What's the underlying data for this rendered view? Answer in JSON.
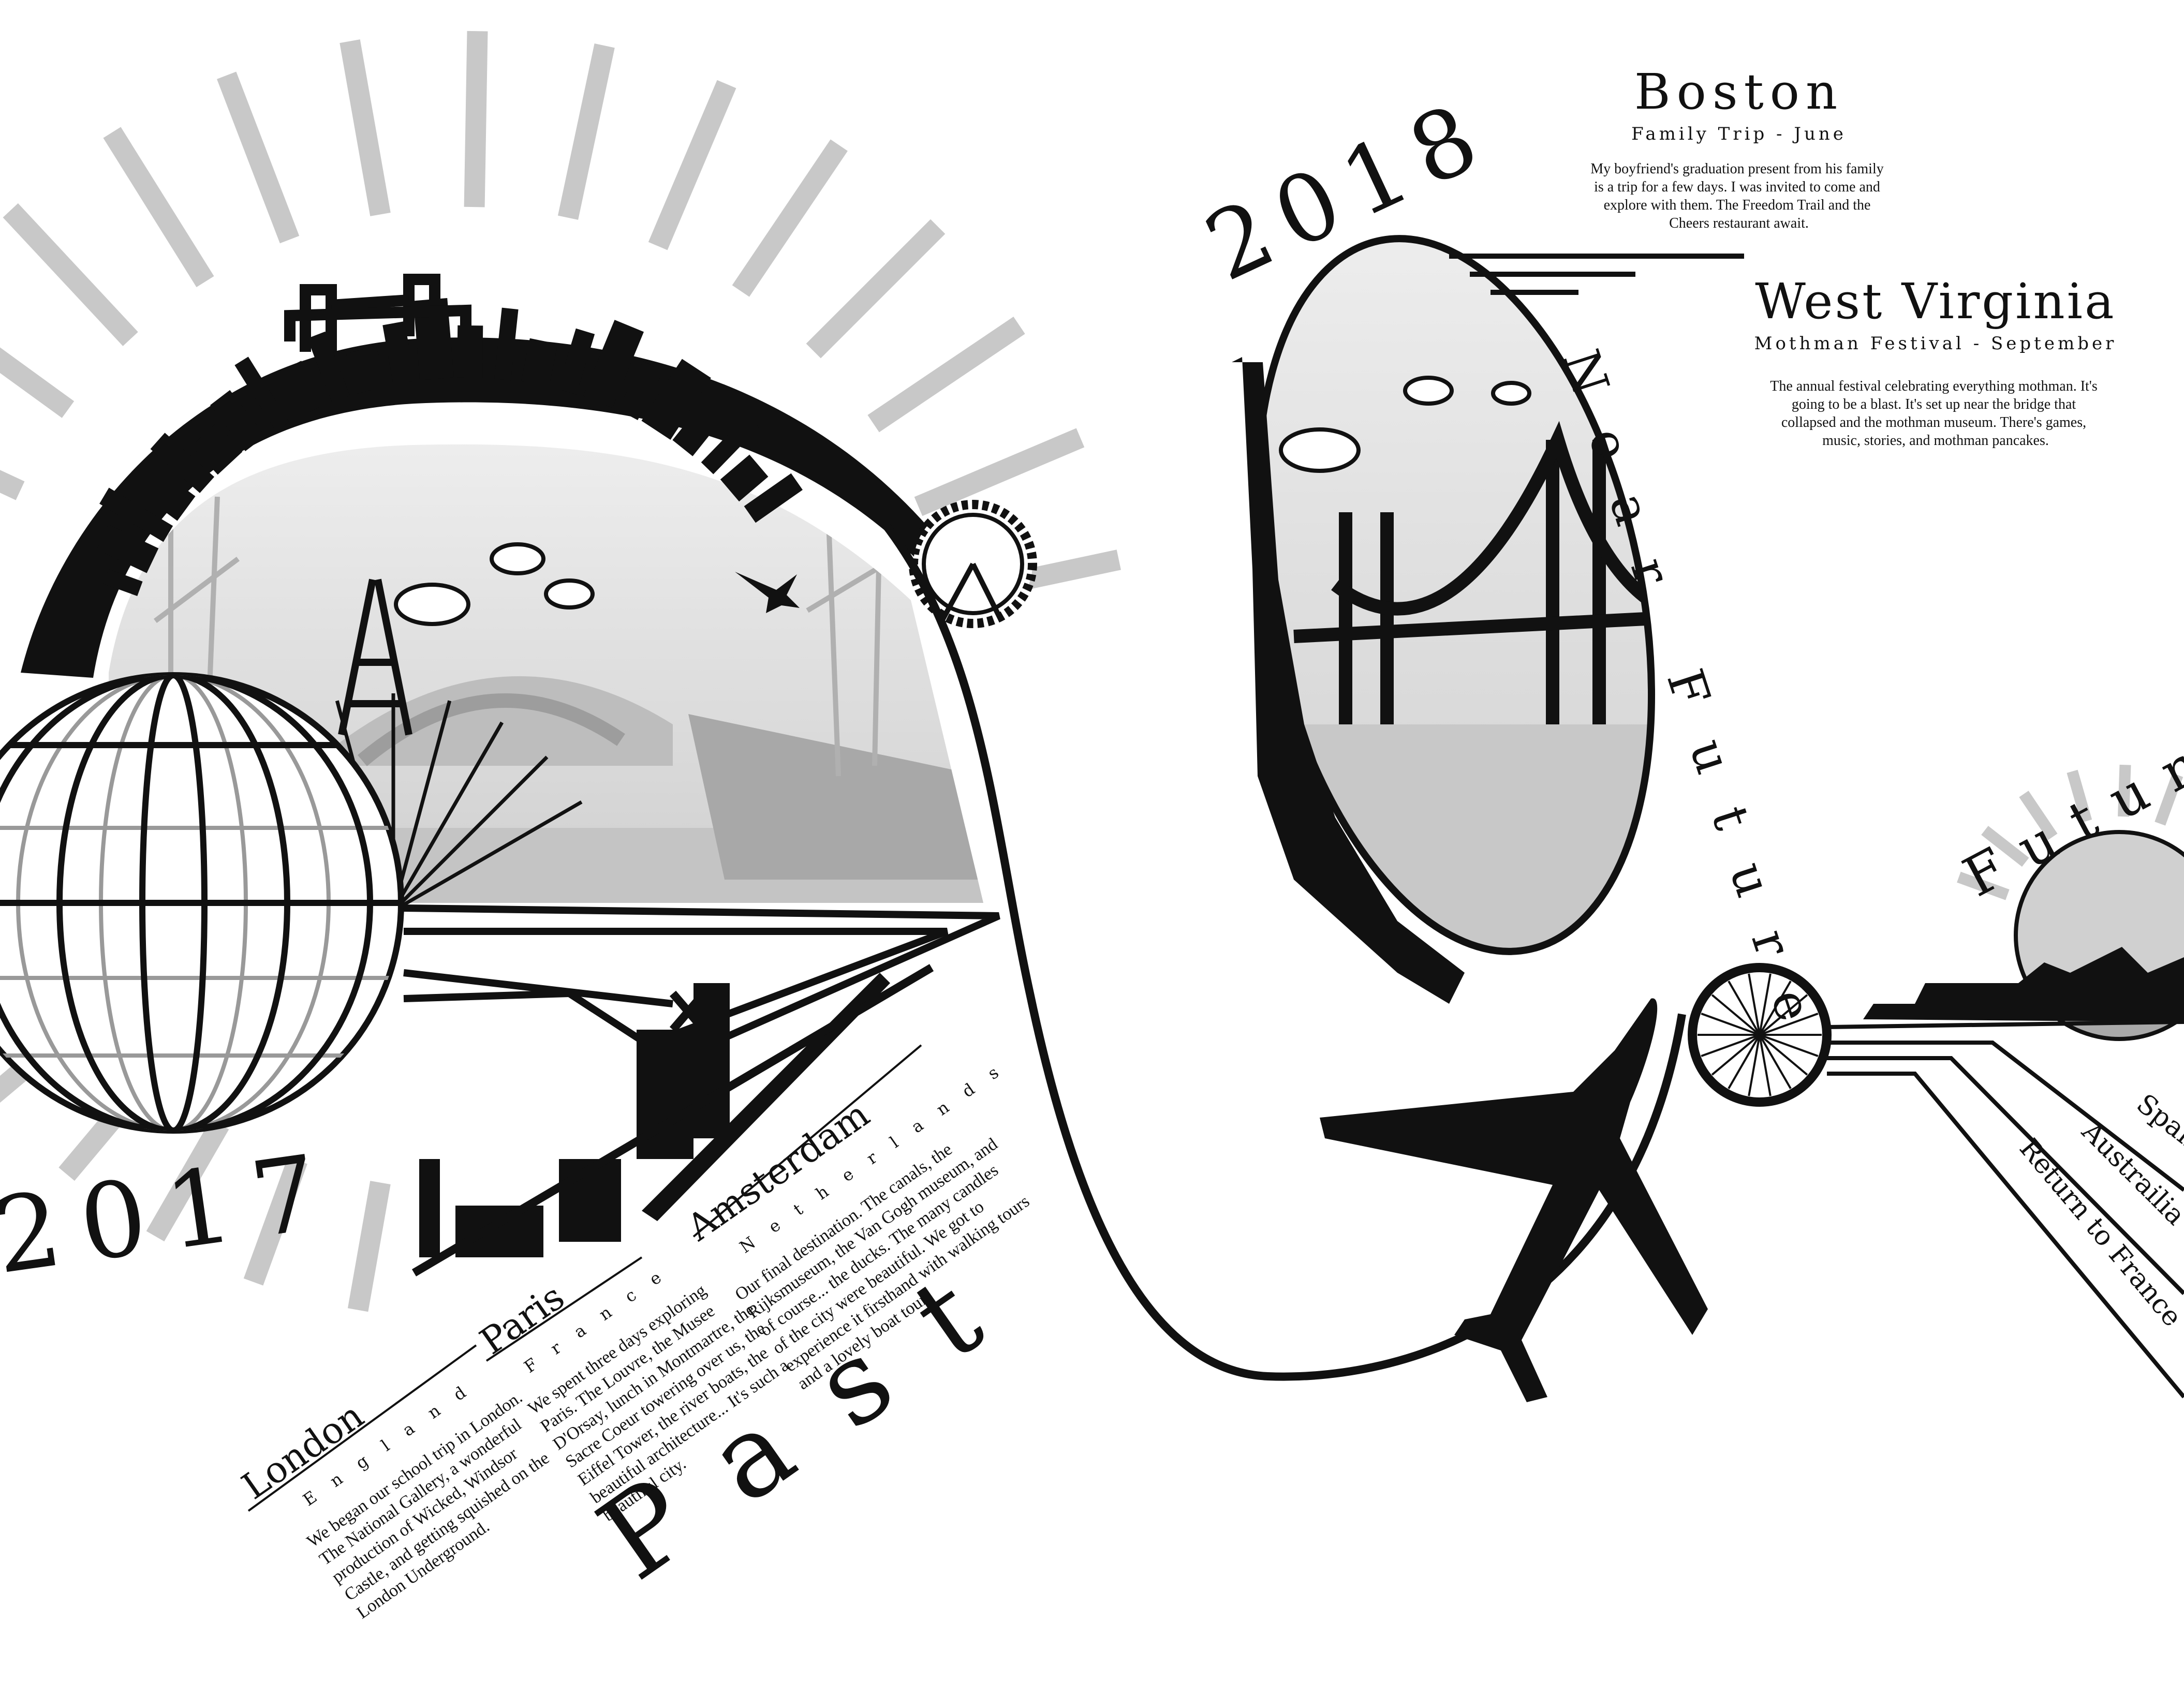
{
  "colors": {
    "ink": "#111111",
    "ray": "#c8c8c8",
    "photo": "#dcdcdc",
    "paper": "#ffffff"
  },
  "years": {
    "past": "2017",
    "near": "2018"
  },
  "sections": {
    "past": "Past",
    "near": "Near Future",
    "future": "Future"
  },
  "past_trips": [
    {
      "city": "London",
      "country": "England",
      "text": [
        "We began our school trip in London.",
        "The National Gallery, a wonderful",
        "production of Wicked, Windsor",
        "Castle, and getting squished on the",
        "London Underground."
      ]
    },
    {
      "city": "Paris",
      "country": "France",
      "text": [
        "We spent three days exploring",
        "Paris. The Louvre, the Musee",
        "D'Orsay, lunch in Montmartre, the",
        "Sacre Coeur towering over us, the",
        "Eiffel Tower, the river boats, the",
        "beautiful architecture... It's such a",
        "beautiful city."
      ]
    },
    {
      "city": "Amsterdam",
      "country": "Netherlands",
      "text": [
        "Our final destination. The canals, the",
        "Rijksmuseum, the Van Gogh museum, and",
        "of course... the ducks. The many candles",
        "of the city were beautiful. We got to",
        "experience it firsthand with walking tours",
        "and a lovely boat tour."
      ]
    }
  ],
  "near_trips": [
    {
      "city": "Boston",
      "subtitle": "Family Trip - June",
      "text": [
        "My boyfriend's graduation present from his family",
        "is a trip for a few days. I was invited to come and",
        "explore with them. The Freedom Trail and the",
        "Cheers restaurant await."
      ]
    },
    {
      "city": "West Virginia",
      "subtitle": "Mothman Festival - September",
      "text": [
        "The annual festival celebrating everything mothman. It's",
        "going to be a blast. It's set up near the bridge that",
        "collapsed and the mothman museum. There's games,",
        "music, stories, and mothman pancakes."
      ]
    }
  ],
  "future_items": [
    "Spain",
    "Austrailia",
    "Return to France"
  ],
  "icons": [
    "globe-icon",
    "airplane-icon",
    "eiffel-tower-icon",
    "ferris-wheel-icon",
    "cloud-icon",
    "bridge-icon",
    "train-icon",
    "windmill-icon",
    "skyline-icon"
  ]
}
